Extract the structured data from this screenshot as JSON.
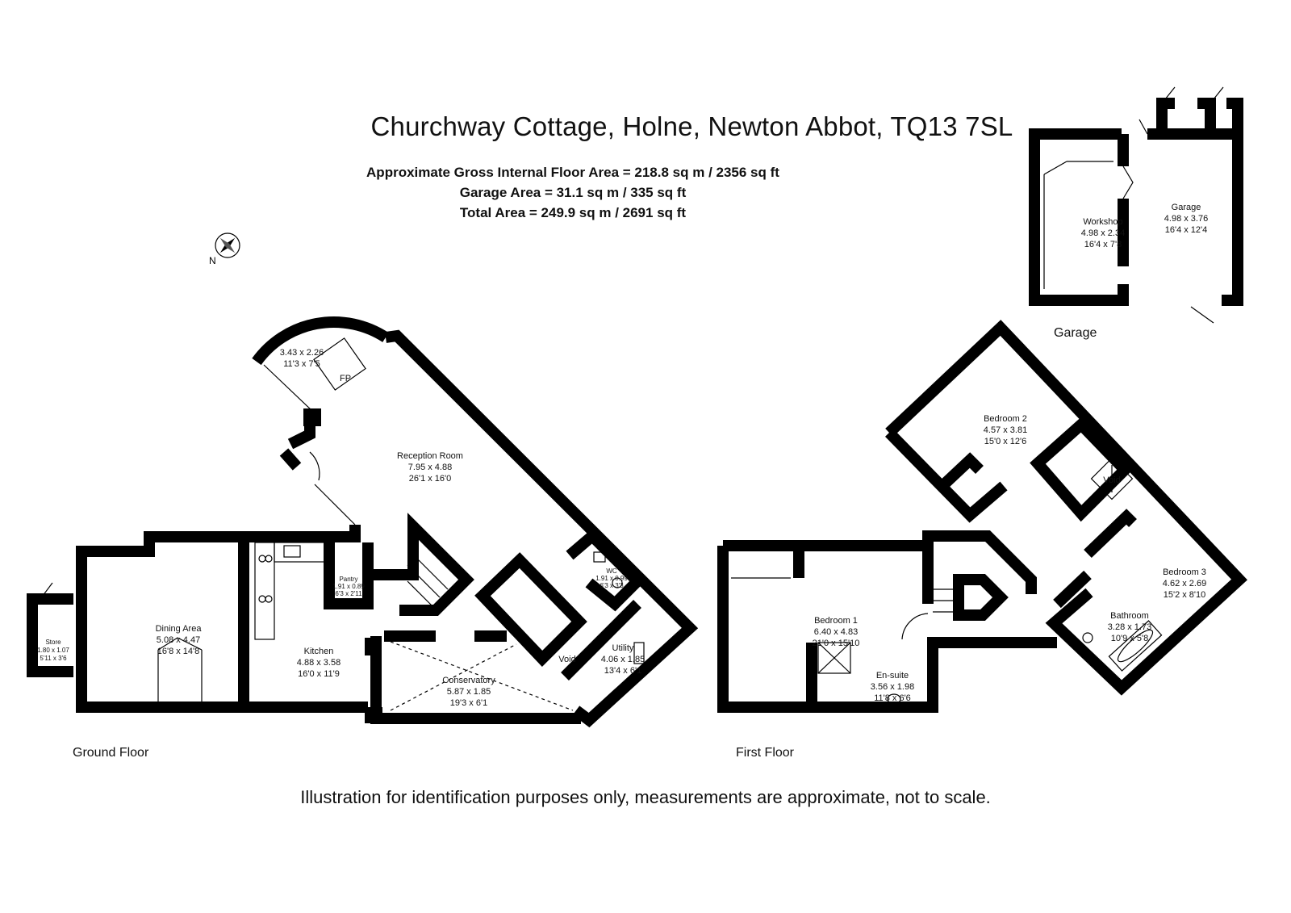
{
  "title": "Churchway Cottage, Holne, Newton Abbot, TQ13 7SL",
  "areas": {
    "gross": "Approximate Gross Internal Floor Area = 218.8 sq m / 2356 sq ft",
    "garage": "Garage Area = 31.1 sq m  / 335 sq ft",
    "total": "Total Area = 249.9 sq m  / 2691 sq ft"
  },
  "compass": {
    "label": "N"
  },
  "floors": {
    "ground": "Ground Floor",
    "first": "First Floor",
    "garage": "Garage"
  },
  "rooms": {
    "bay": {
      "m": "3.43 x 2.26",
      "ft": "11'3 x 7'5"
    },
    "fp": "FP",
    "reception": {
      "name": "Reception Room",
      "m": "7.95 x 4.88",
      "ft": "26'1 x 16'0"
    },
    "dining": {
      "name": "Dining Area",
      "m": "5.08 x 4.47",
      "ft": "16'8 x 14'8"
    },
    "store": {
      "name": "Store",
      "m": "1.80 x 1.07",
      "ft": "5'11 x 3'6"
    },
    "kitchen": {
      "name": "Kitchen",
      "m": "4.88 x 3.58",
      "ft": "16'0 x 11'9"
    },
    "pantry": {
      "name": "Pantry",
      "m": "1.91 x 0.89",
      "ft": "6'3 x 2'11"
    },
    "wc": {
      "name": "WC",
      "m": "1.91 x 0.99",
      "ft": "6'3 x 3'3"
    },
    "utility": {
      "name": "Utility",
      "m": "4.06 x 1.85",
      "ft": "13'4 x 6'1"
    },
    "void_ground": "Void",
    "conservatory": {
      "name": "Conservatory",
      "m": "5.87 x 1.85",
      "ft": "19'3 x 6'1"
    },
    "bedroom1": {
      "name": "Bedroom 1",
      "m": "6.40 x 4.83",
      "ft": "21'0 x 15'10"
    },
    "ensuite": {
      "name": "En-suite",
      "m": "3.56 x 1.98",
      "ft": "11'8 x 6'6"
    },
    "bedroom2": {
      "name": "Bedroom 2",
      "m": "4.57 x 3.81",
      "ft": "15'0 x 12'6"
    },
    "void_first": "Void",
    "bedroom3": {
      "name": "Bedroom 3",
      "m": "4.62 x 2.69",
      "ft": "15'2 x 8'10"
    },
    "bathroom": {
      "name": "Bathroom",
      "m": "3.28 x 1.73",
      "ft": "10'9 x 5'8"
    },
    "workshop": {
      "name": "Workshop",
      "m": "4.98 x 2.34",
      "ft": "16'4 x 7'8"
    },
    "garage": {
      "name": "Garage",
      "m": "4.98 x 3.76",
      "ft": "16'4 x 12'4"
    }
  },
  "disclaimer": "Illustration for identification purposes only, measurements are approximate, not to scale."
}
